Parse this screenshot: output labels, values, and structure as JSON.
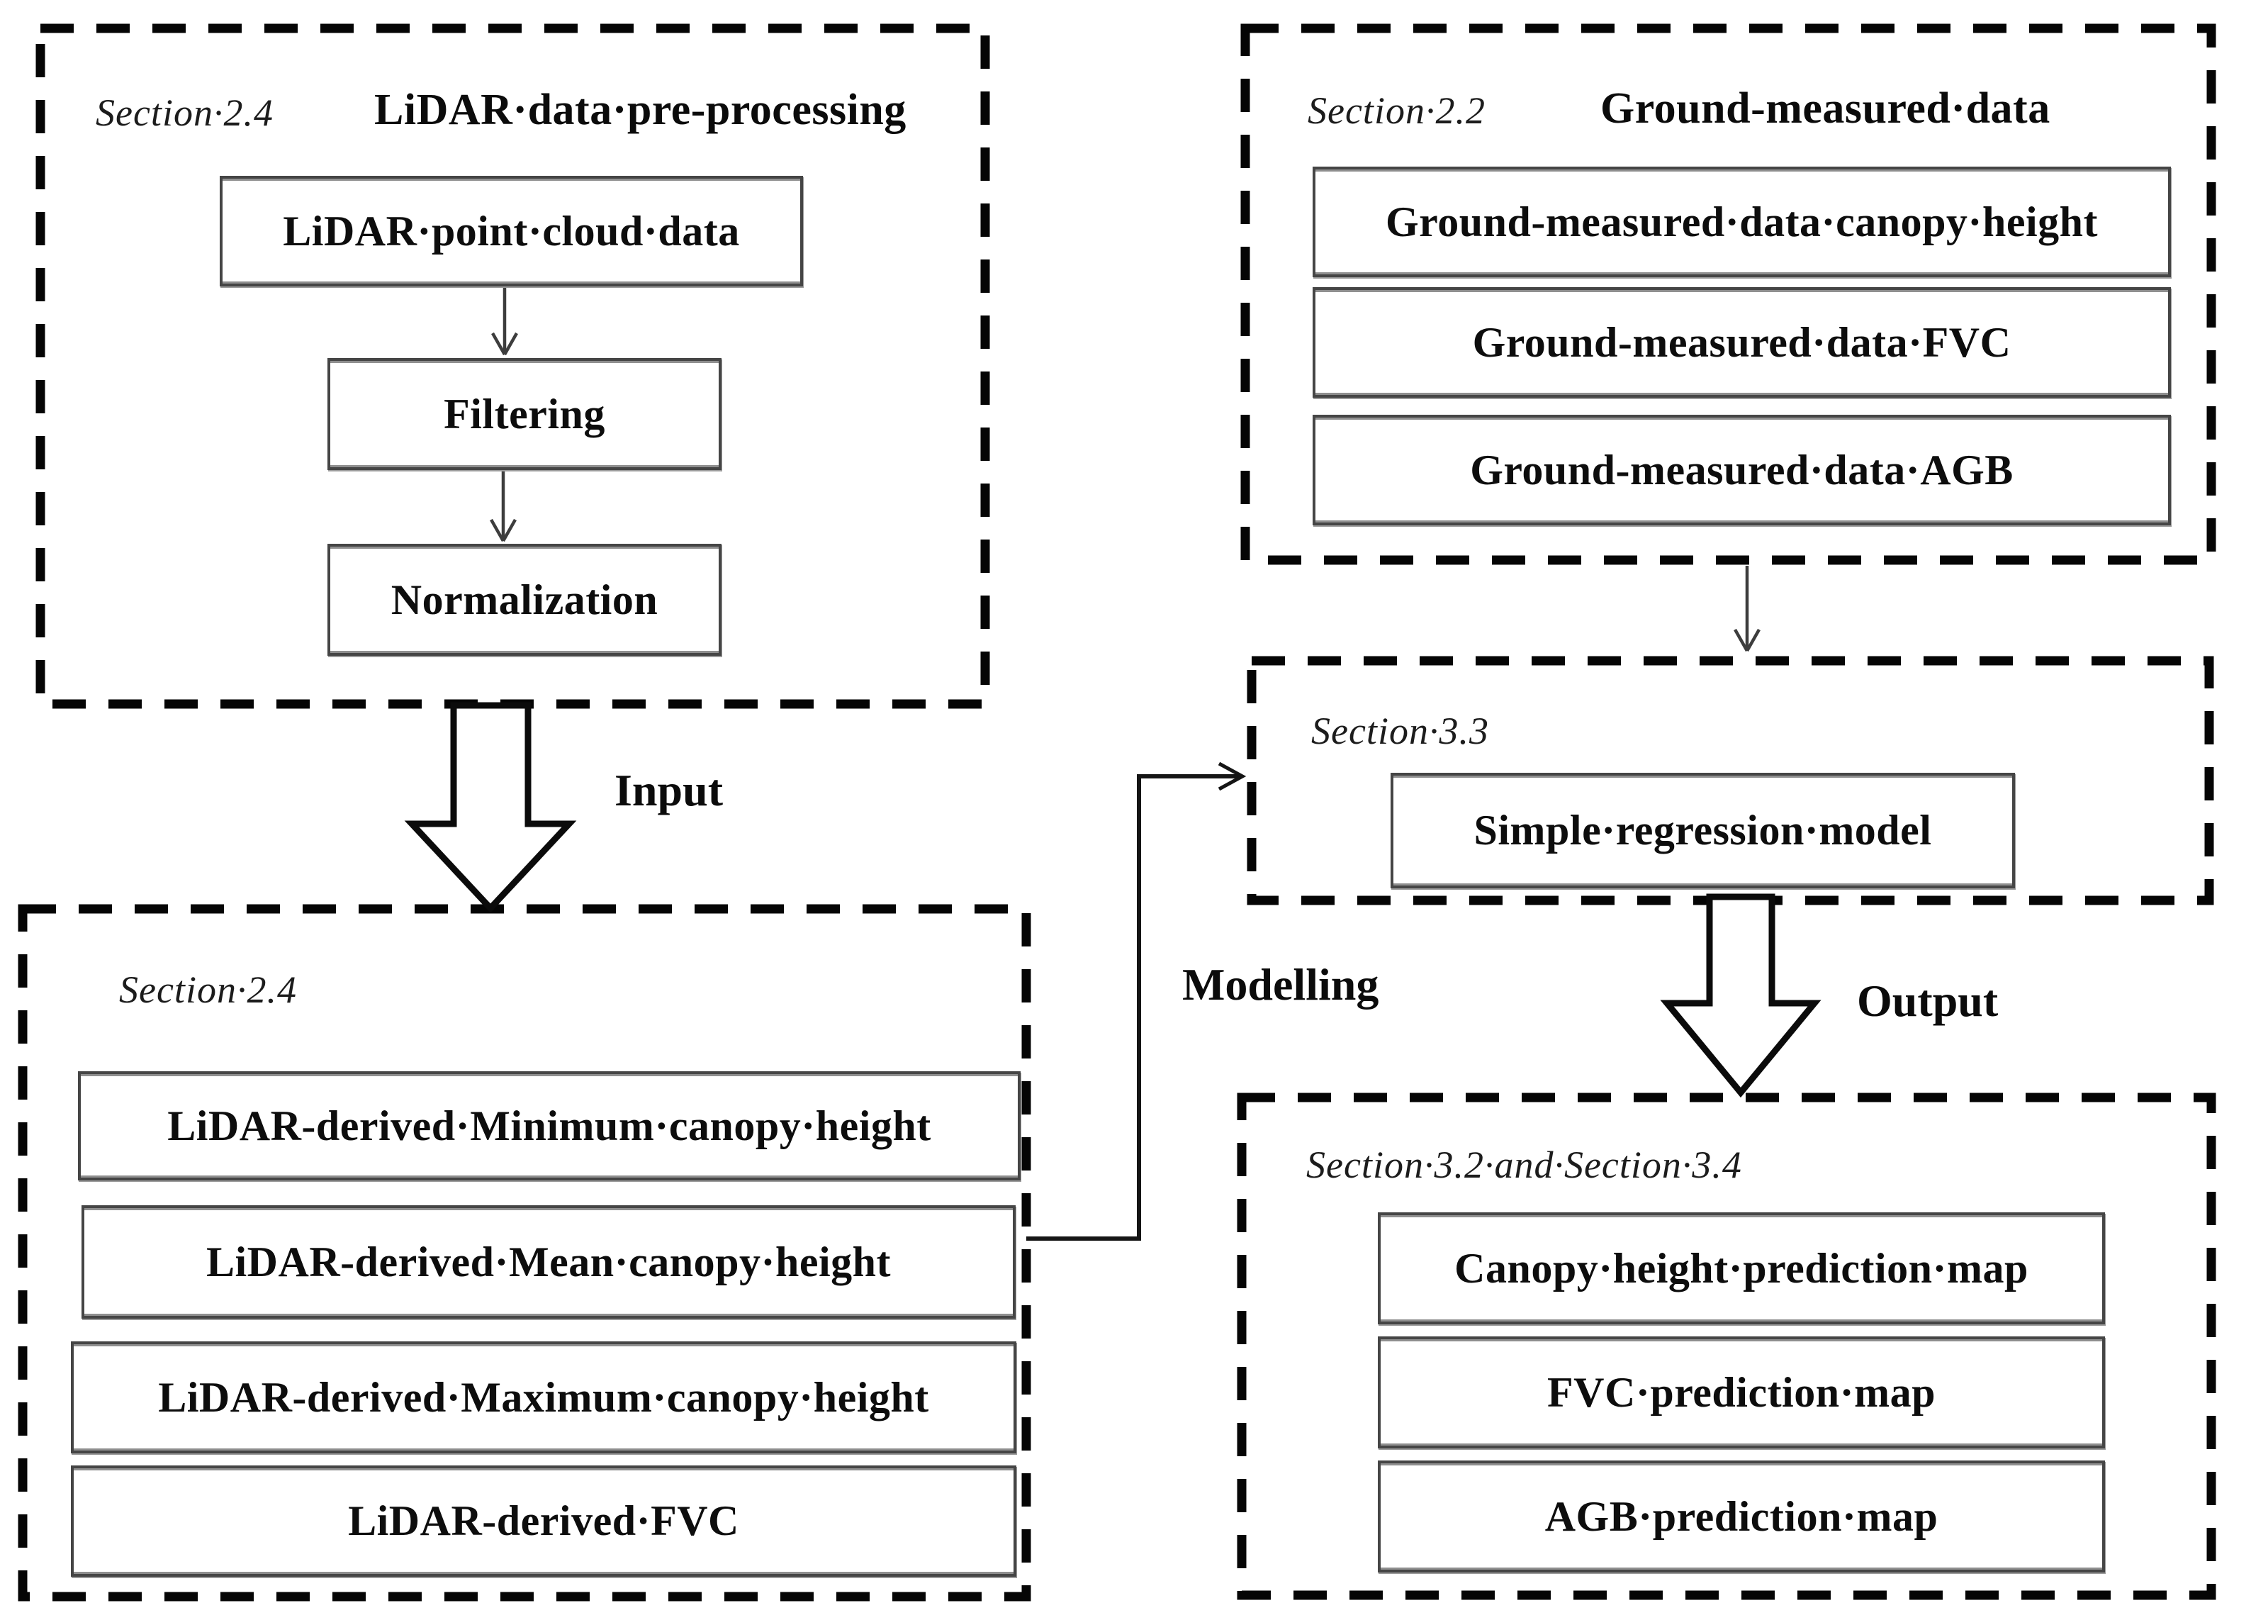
{
  "diagram": {
    "preprocessing": {
      "section": "Section·2.4",
      "title": "LiDAR·data·pre-processing",
      "items": [
        "LiDAR·point·cloud·data",
        "Filtering",
        "Normalization"
      ]
    },
    "ground": {
      "section": "Section·2.2",
      "title": "Ground-measured·data",
      "items": [
        "Ground-measured·data·canopy·height",
        "Ground-measured·data·FVC",
        "Ground-measured·data·AGB"
      ]
    },
    "model": {
      "section": "Section·3.3",
      "items": [
        "Simple·regression·model"
      ]
    },
    "derived": {
      "section": "Section·2.4",
      "items": [
        "LiDAR-derived·Minimum·canopy·height",
        "LiDAR-derived·Mean·canopy·height",
        "LiDAR-derived·Maximum·canopy·height",
        "LiDAR-derived·FVC"
      ]
    },
    "prediction": {
      "section": "Section·3.2·and·Section·3.4",
      "items": [
        "Canopy·height·prediction·map",
        "FVC·prediction·map",
        "AGB·prediction·map"
      ]
    },
    "labels": {
      "input": "Input",
      "modelling": "Modelling",
      "output": "Output"
    },
    "colors": {
      "ink": "#0d0d0d",
      "dashed_border": "#050505",
      "box_border": "#454545",
      "background": "#ffffff"
    }
  }
}
